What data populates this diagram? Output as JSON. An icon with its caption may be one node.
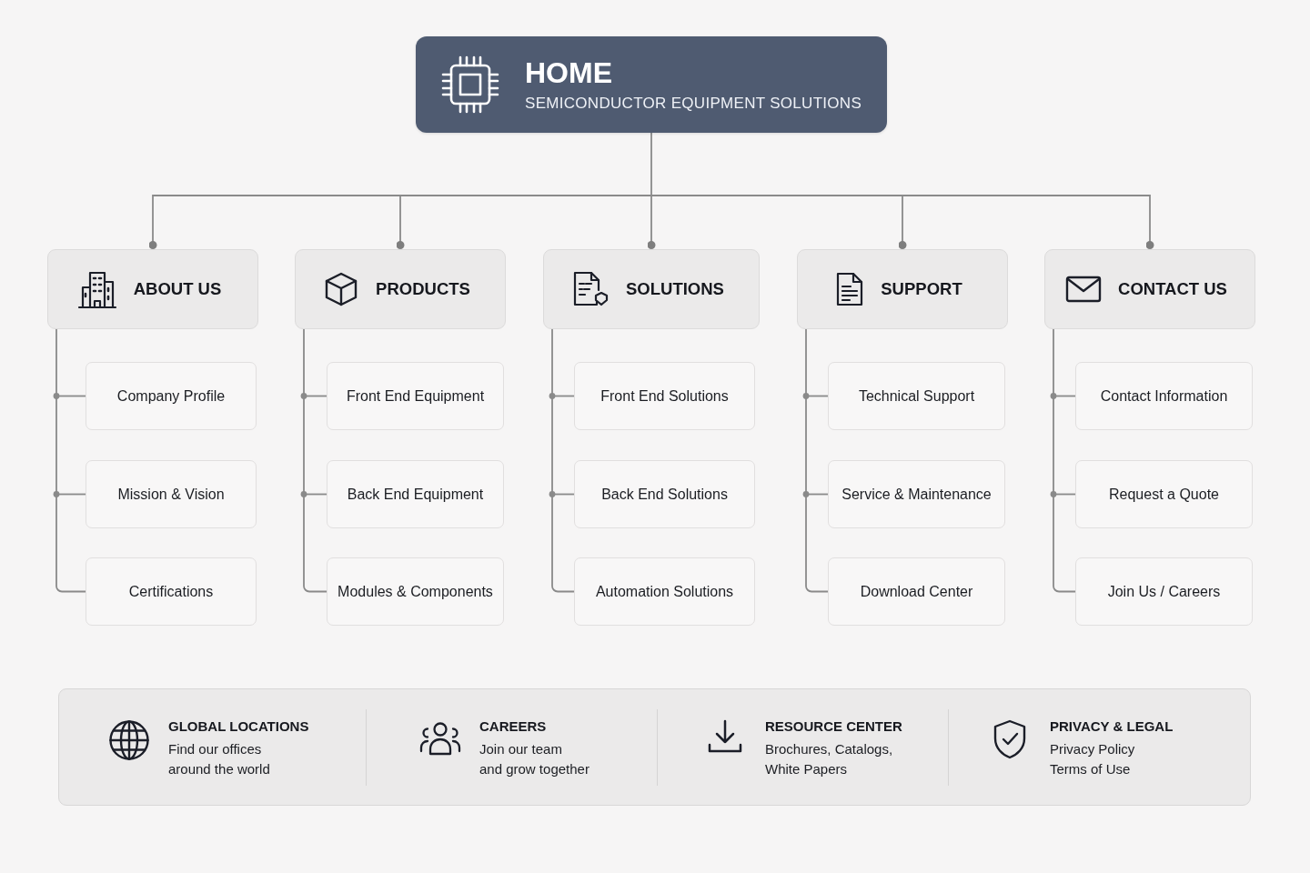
{
  "diagram": {
    "nodes": [
      {
        "text": [
          "HOME",
          "SEMICONDUCTOR EQUIPMENT SOLUTIONS"
        ]
      },
      {
        "text": [
          "ABOUT US"
        ]
      },
      {
        "text": [
          "PRODUCTS"
        ]
      },
      {
        "text": [
          "SOLUTIONS"
        ]
      },
      {
        "text": [
          "SUPPORT"
        ]
      },
      {
        "text": [
          "CONTACT US"
        ]
      },
      {
        "text": [
          "Company Profile"
        ]
      },
      {
        "text": [
          "Mission & Vision"
        ]
      },
      {
        "text": [
          "Certifications"
        ]
      },
      {
        "text": [
          "Front End Equipment"
        ]
      },
      {
        "text": [
          "Back End Equipment"
        ]
      },
      {
        "text": [
          "Modules & Components"
        ]
      },
      {
        "text": [
          "Front End Solutions"
        ]
      },
      {
        "text": [
          "Back End Solutions"
        ]
      },
      {
        "text": [
          "Automation Solutions"
        ]
      },
      {
        "text": [
          "Technical Support"
        ]
      },
      {
        "text": [
          "Service & Maintenance"
        ]
      },
      {
        "text": [
          "Download Center"
        ]
      },
      {
        "text": [
          "Contact Information"
        ]
      },
      {
        "text": [
          "Request a Quote"
        ]
      },
      {
        "text": [
          "Join Us / Careers"
        ]
      },
      {
        "text": [
          "GLOBAL LOCATIONS",
          "Find our offices around the world",
          "CAREERS",
          "Join our team and grow together",
          "RESOURCE CENTER",
          "Brochures, Catalogs, White Papers",
          "PRIVACY & LEGAL",
          "Privacy Policy",
          "Terms of Use"
        ]
      }
    ],
    "edges": [
      {
        "from": 0,
        "to": 1,
        "arrow": "other"
      },
      {
        "from": 0,
        "to": 2,
        "arrow": "other"
      },
      {
        "from": 0,
        "to": 3,
        "arrow": "other"
      },
      {
        "from": 0,
        "to": 4,
        "arrow": "other"
      },
      {
        "from": 0,
        "to": 5,
        "arrow": "other"
      },
      {
        "from": 1,
        "to": 6,
        "arrow": "none"
      },
      {
        "from": 1,
        "to": 7,
        "arrow": "none"
      },
      {
        "from": 1,
        "to": 8,
        "arrow": "none"
      },
      {
        "from": 2,
        "to": 9,
        "arrow": "none"
      },
      {
        "from": 2,
        "to": 10,
        "arrow": "none"
      },
      {
        "from": 2,
        "to": 11,
        "arrow": "none"
      },
      {
        "from": 3,
        "to": 12,
        "arrow": "none"
      },
      {
        "from": 3,
        "to": 13,
        "arrow": "none"
      },
      {
        "from": 3,
        "to": 14,
        "arrow": "none"
      },
      {
        "from": 4,
        "to": 15,
        "arrow": "none"
      },
      {
        "from": 4,
        "to": 16,
        "arrow": "none"
      },
      {
        "from": 4,
        "to": 17,
        "arrow": "none"
      },
      {
        "from": 5,
        "to": 18,
        "arrow": "none"
      },
      {
        "from": 5,
        "to": 19,
        "arrow": "none"
      },
      {
        "from": 5,
        "to": 20,
        "arrow": "none"
      }
    ]
  }
}
